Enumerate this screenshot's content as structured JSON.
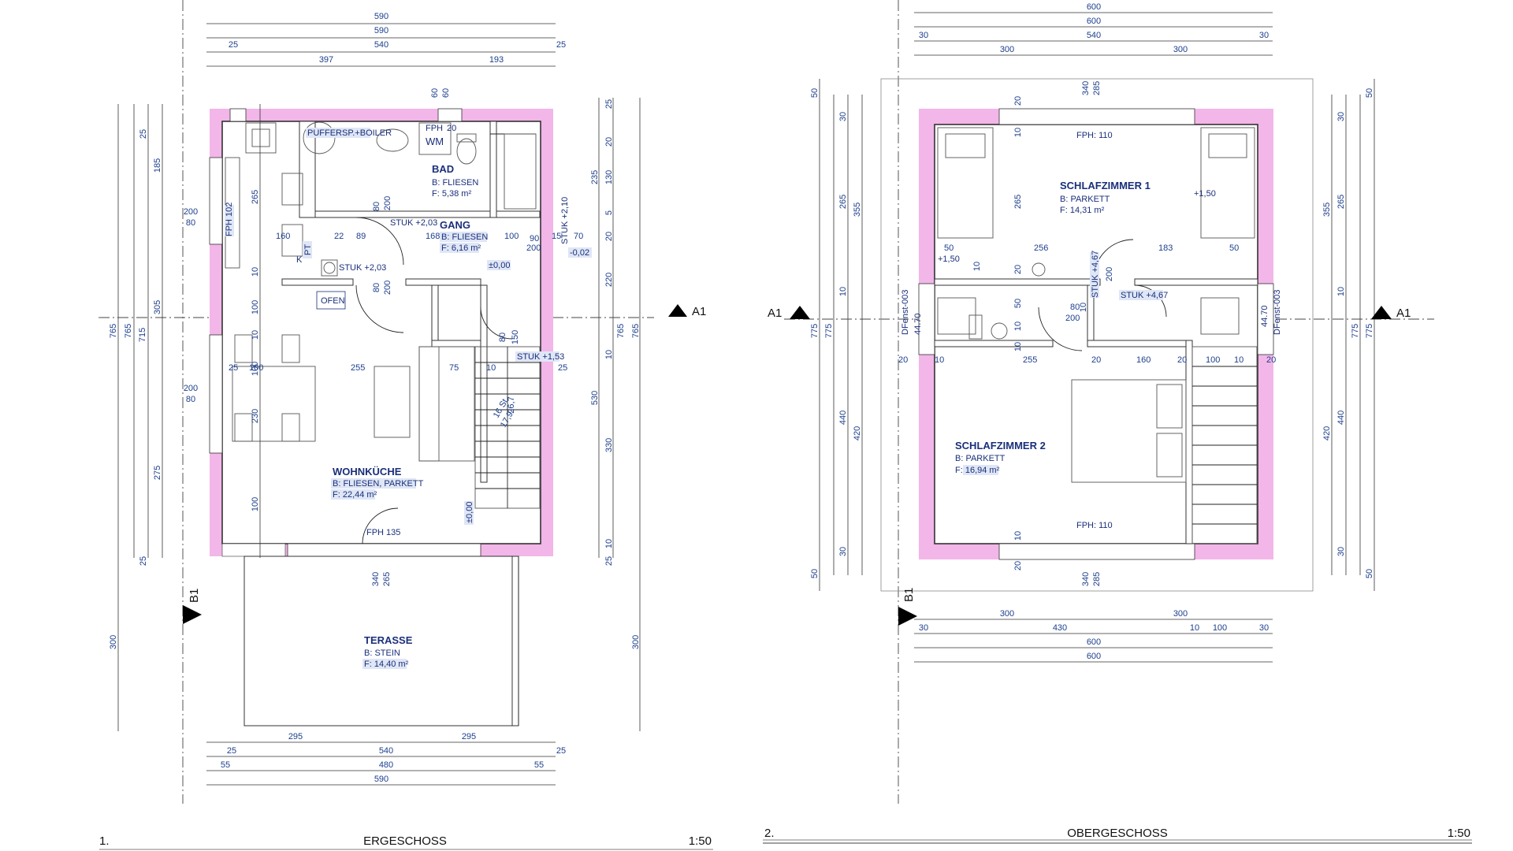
{
  "ground": {
    "caption_number": "1.",
    "caption_title": "ERGESCHOSS",
    "caption_scale": "1:50",
    "top_dims": [
      "590",
      "590",
      "25",
      "540",
      "25",
      "397",
      "193"
    ],
    "bottom_dims": [
      "295",
      "295",
      "25",
      "540",
      "25",
      "55",
      "480",
      "55",
      "590"
    ],
    "left_dims": [
      "25",
      "185",
      "265",
      "10",
      "100",
      "10",
      "100",
      "230",
      "275",
      "100",
      "25",
      "765",
      "765",
      "715",
      "305",
      "300",
      "200",
      "80",
      "200",
      "80"
    ],
    "right_dims": [
      "25",
      "20",
      "130",
      "235",
      "5",
      "20",
      "220",
      "765",
      "765",
      "10",
      "530",
      "330",
      "10",
      "25",
      "300"
    ],
    "inner_dims": [
      "60",
      "60",
      "FPH",
      "20",
      "80",
      "200",
      "80",
      "200",
      "160",
      "22",
      "89",
      "168",
      "100",
      "90",
      "200",
      "15",
      "70",
      "100",
      "255",
      "75",
      "10",
      "150",
      "80",
      "25",
      "25",
      "340",
      "265",
      "26,7",
      "16 St",
      "17,9"
    ],
    "rooms": [
      {
        "name": "BAD",
        "floor": "B: FLIESEN",
        "area": "F: 5,38 m²"
      },
      {
        "name": "GANG",
        "floor": "B: FLIESEN",
        "area": "F: 6,16 m²"
      },
      {
        "name": "WOHNKÜCHE",
        "floor": "B: FLIESEN, PARKETT",
        "area": "F: 22,44 m²"
      },
      {
        "name": "TERASSE",
        "floor": "B: STEIN",
        "area": "F: 14,40 m²"
      }
    ],
    "labels": {
      "puffer": "PUFFERSP.+BOILER",
      "wm": "WM",
      "stuk1": "STUK +2,03",
      "stuk2": "STUK +2,03",
      "stuk3": "STUK +2,10",
      "stuk4": "STUK +1,53",
      "fph102": "FPH 102",
      "fph135": "FPH 135",
      "k": "K",
      "pt": "PT",
      "ofen": "OFEN",
      "lvl0": "±0,00",
      "lvl002": "-0,02",
      "lvl0b": "±0,00"
    },
    "section_a": "A1",
    "section_b": "B1"
  },
  "upper": {
    "caption_number": "2.",
    "caption_title": "OBERGESCHOSS",
    "caption_scale": "1:50",
    "top_dims": [
      "600",
      "600",
      "30",
      "540",
      "30",
      "300",
      "300"
    ],
    "bottom_dims": [
      "300",
      "300",
      "30",
      "430",
      "10",
      "100",
      "30",
      "600",
      "600"
    ],
    "left_dims": [
      "50",
      "30",
      "265",
      "355",
      "10",
      "775",
      "775",
      "440",
      "420",
      "30",
      "50"
    ],
    "right_dims": [
      "50",
      "30",
      "265",
      "355",
      "10",
      "775",
      "775",
      "440",
      "420",
      "30",
      "50"
    ],
    "inner_dims": [
      "20",
      "10",
      "265",
      "340",
      "285",
      "20",
      "50",
      "256",
      "183",
      "50",
      "50",
      "10",
      "200",
      "80",
      "10",
      "200",
      "10",
      "20",
      "10",
      "255",
      "20",
      "160",
      "20",
      "100",
      "10",
      "20",
      "10",
      "20",
      "340",
      "285",
      "10"
    ],
    "rooms": [
      {
        "name": "SCHLAFZIMMER 1",
        "floor": "B: PARKETT",
        "area": "F: 14,31 m²"
      },
      {
        "name": "SCHLAFZIMMER 2",
        "floor": "B: PARKETT",
        "area": "F: 16,94 m²"
      }
    ],
    "labels": {
      "fph110a": "FPH: 110",
      "fph110b": "FPH: 110",
      "lvl150a": "+1,50",
      "lvl150b": "+1,50",
      "stuk1": "STUK +4,67",
      "stuk2": "STUK +4,67",
      "dfenst1": "DFenst-003",
      "dfenst2": "DFenst-003",
      "dfensthint1": "44.70",
      "dfensthint2": "44.70"
    },
    "section_a_left": "A1",
    "section_a_right": "A1",
    "section_b": "B1"
  },
  "colors": {
    "insulation": "#f2b6e8",
    "dimension_text": "#1d3f8c",
    "room_text": "#1a2f7a",
    "label_highlight": "#dfe6f6"
  }
}
